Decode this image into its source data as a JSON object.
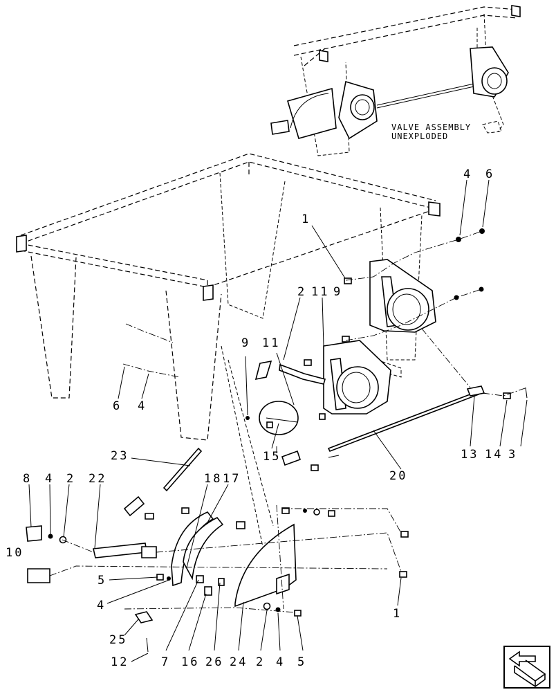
{
  "diagram": {
    "note_lines": [
      "VALVE ASSEMBLY",
      "UNEXPLODED"
    ],
    "callouts": {
      "c1_top": "1",
      "c2_center": "2",
      "c11": "11",
      "c9_top": "9",
      "c4_right": "4",
      "c6_right": "6",
      "c6_left": "6",
      "c4_left": "4",
      "c9_mid": "9",
      "c11_mid": "11",
      "c15": "15",
      "c23": "23",
      "c20": "20",
      "c13": "13",
      "c14": "14",
      "c3": "3",
      "c8": "8",
      "c4_l2": "4",
      "c2_l2": "2",
      "c22": "22",
      "c18": "18",
      "c17": "17",
      "c10": "10",
      "c5_left": "5",
      "c4_l3": "4",
      "c25": "25",
      "c12": "12",
      "c7": "7",
      "c16": "16",
      "c26": "26",
      "c24": "24",
      "c2_bottom": "2",
      "c4_bottom": "4",
      "c5_bottom": "5",
      "c1_bottom": "1"
    },
    "nav_icon": "next-page-arrow-icon"
  }
}
